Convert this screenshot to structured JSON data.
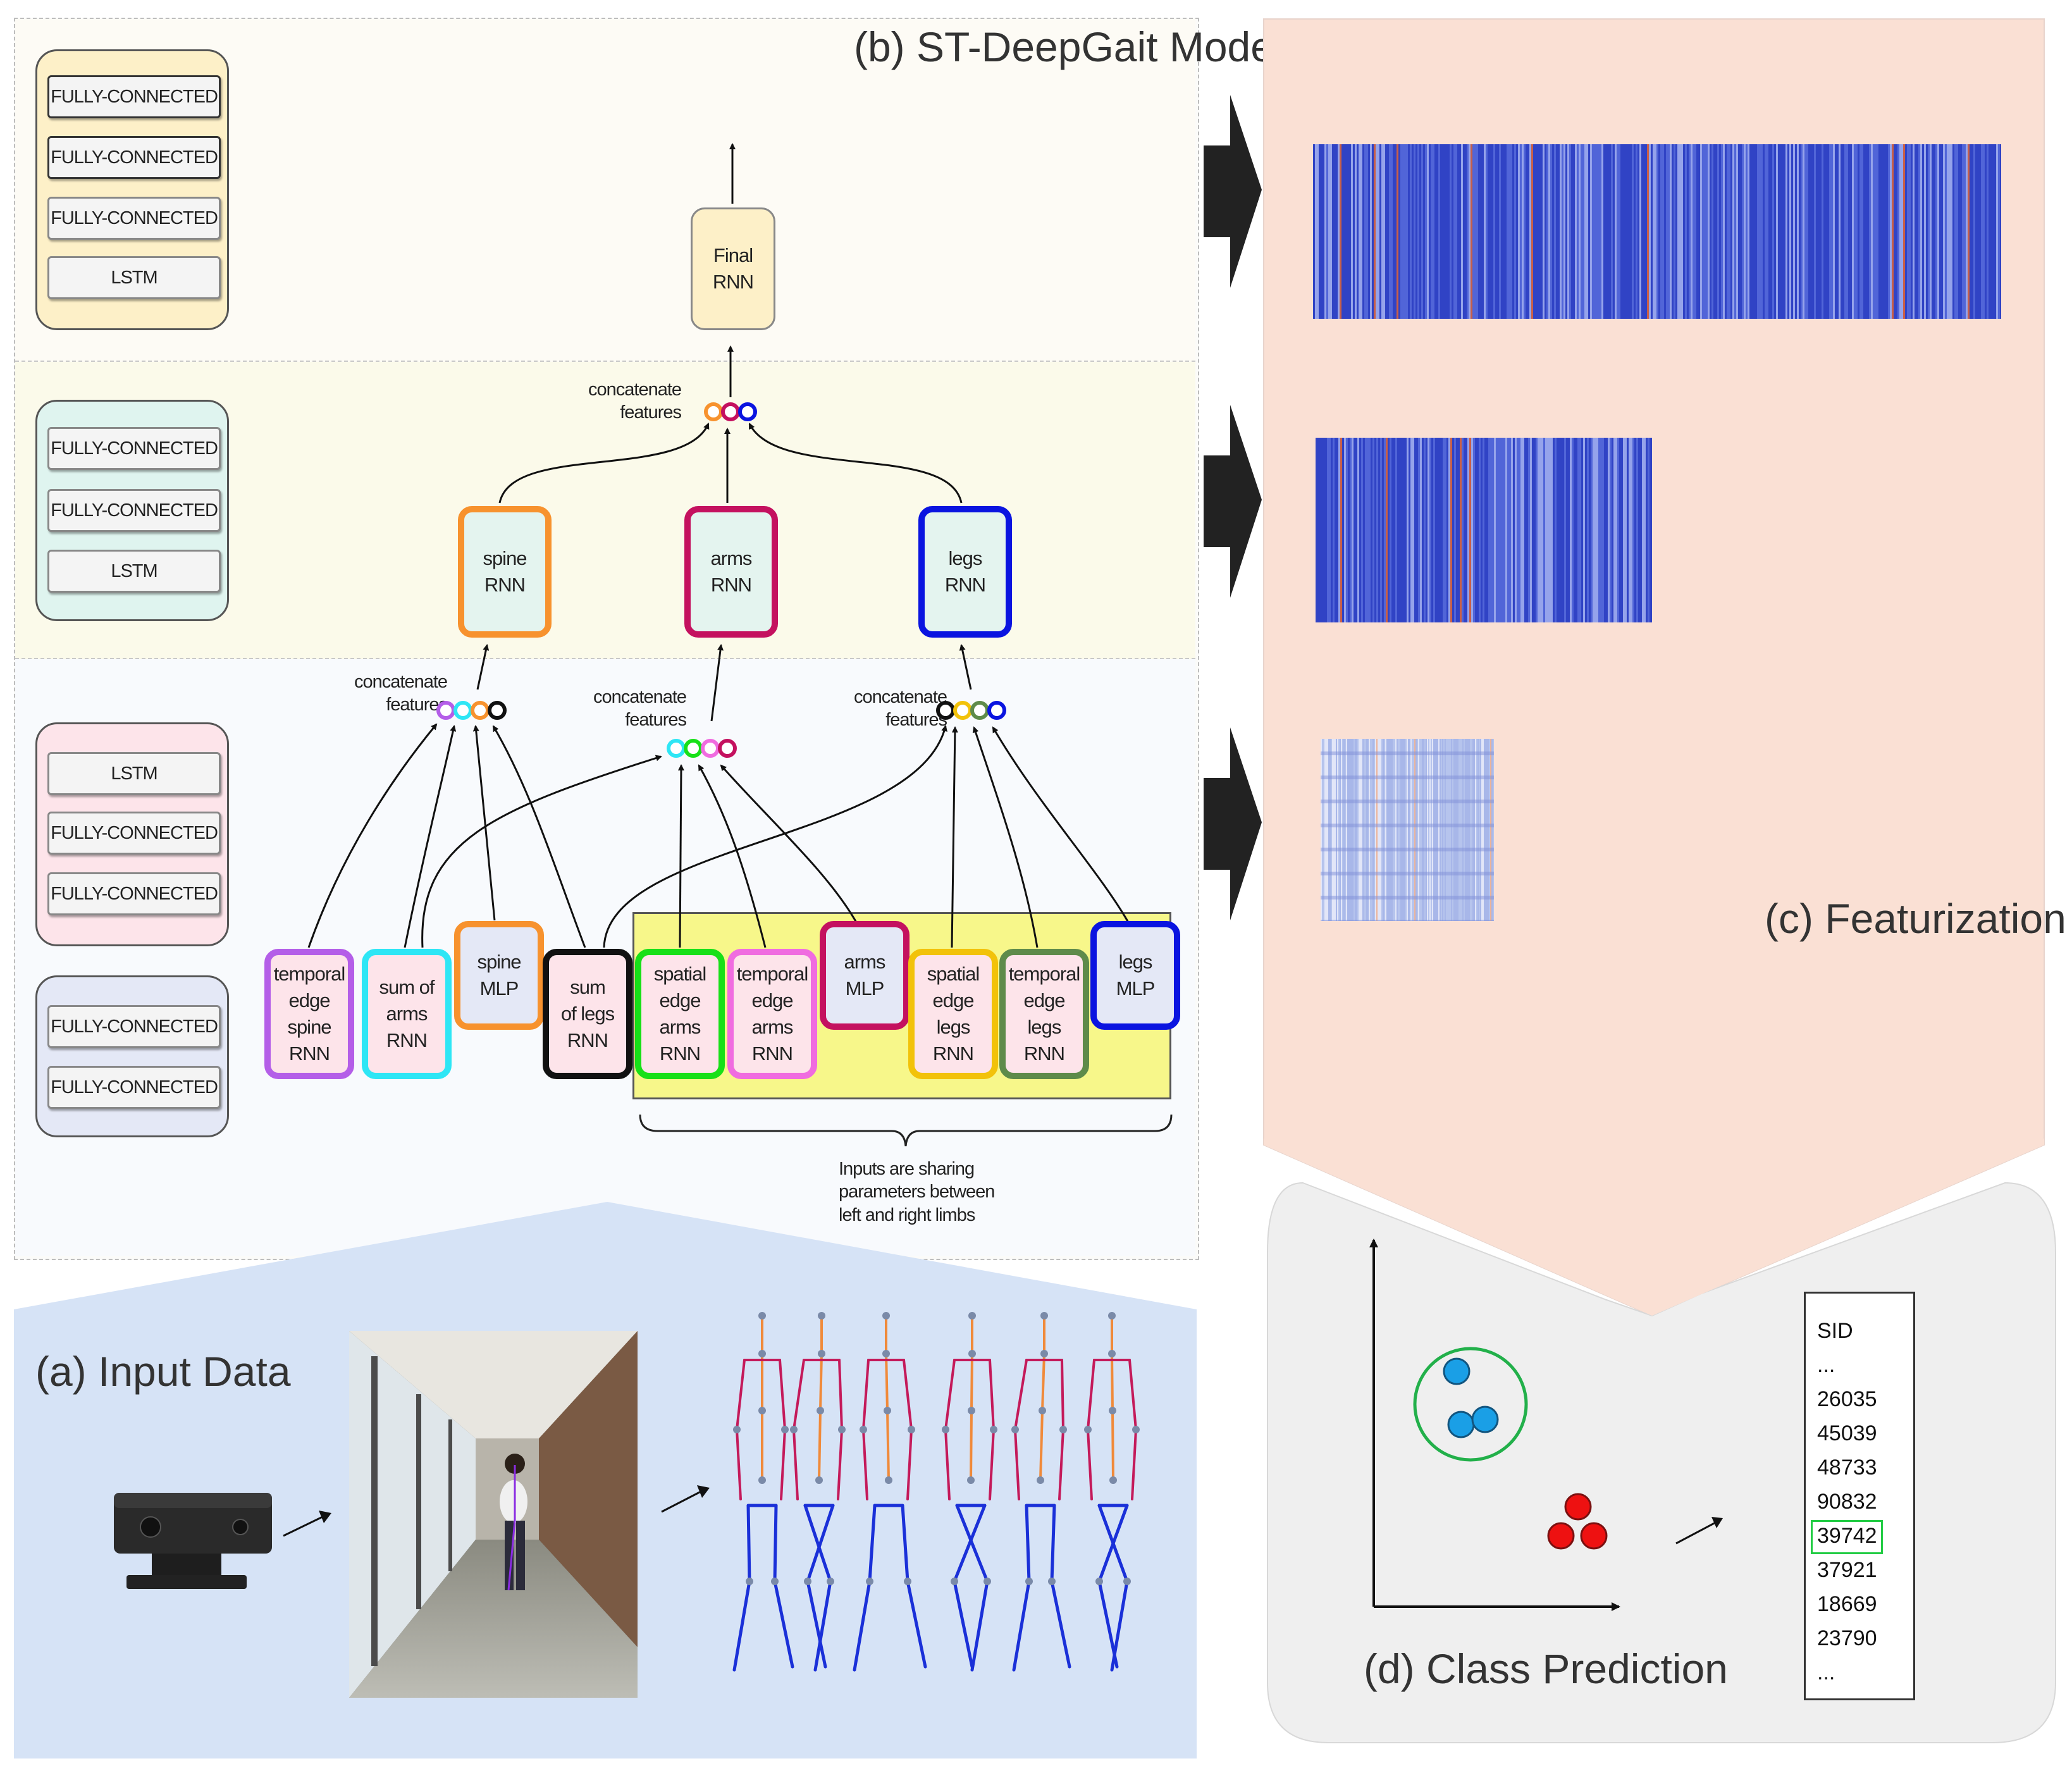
{
  "panels": {
    "input_title": "(a) Input Data",
    "model_title": "(b) ST-DeepGait Model",
    "featurization_title": "(c) Featurization",
    "class_title": "(d) Class Prediction"
  },
  "stacks": [
    {
      "layers": [
        "FULLY-CONNECTED",
        "FULLY-CONNECTED",
        "FULLY-CONNECTED",
        "LSTM"
      ],
      "color": "#fdf0c8"
    },
    {
      "layers": [
        "FULLY-CONNECTED",
        "FULLY-CONNECTED",
        "LSTM"
      ],
      "color": "#dff4ef"
    },
    {
      "layers": [
        "LSTM",
        "FULLY-CONNECTED",
        "FULLY-CONNECTED"
      ],
      "color": "#fde4ea"
    },
    {
      "layers": [
        "FULLY-CONNECTED",
        "FULLY-CONNECTED"
      ],
      "color": "#e4e8f6"
    }
  ],
  "nodes": {
    "final": "Final\nRNN",
    "spine_rnn": "spine\nRNN",
    "arms_rnn": "arms\nRNN",
    "legs_rnn": "legs\nRNN",
    "temporal_spine": "temporal\nedge\nspine\nRNN",
    "sum_arms": "sum of arms\nRNN",
    "spine_mlp": "spine\nMLP",
    "sum_legs": "sum\nof legs\nRNN",
    "spatial_arms": "spatial edge\narms\nRNN",
    "temporal_arms": "temporal\nedge\narms\nRNN",
    "arms_mlp": "arms\nMLP",
    "spatial_legs": "spatial edge\nlegs\nRNN",
    "temporal_legs": "temporal\nedge\nlegs\nRNN",
    "legs_mlp": "legs\nMLP"
  },
  "concat_label": "concatenate\nfeatures",
  "shared_note": "Inputs are sharing\nparameters between\nleft and right limbs",
  "sid_list": [
    "SID",
    "...",
    "26035",
    "45039",
    "48733",
    "90832",
    "39742",
    "37921",
    "18669",
    "23790",
    "..."
  ],
  "sid_highlight": "39742",
  "colors": {
    "spine": "#f7922e",
    "arms": "#c4115f",
    "legs": "#0a14e0",
    "purple": "#b45ee8",
    "cyan": "#2ee6f5",
    "black": "#111111",
    "green": "#18e018",
    "pink": "#f06ce0",
    "yellow": "#f2c20a",
    "olive": "#5e8b4a",
    "shared_bg": "#f7f78a",
    "featurization_bg": "#fae0d4",
    "input_bg": "#d6e3f6",
    "prediction_bg": "#efefef"
  }
}
